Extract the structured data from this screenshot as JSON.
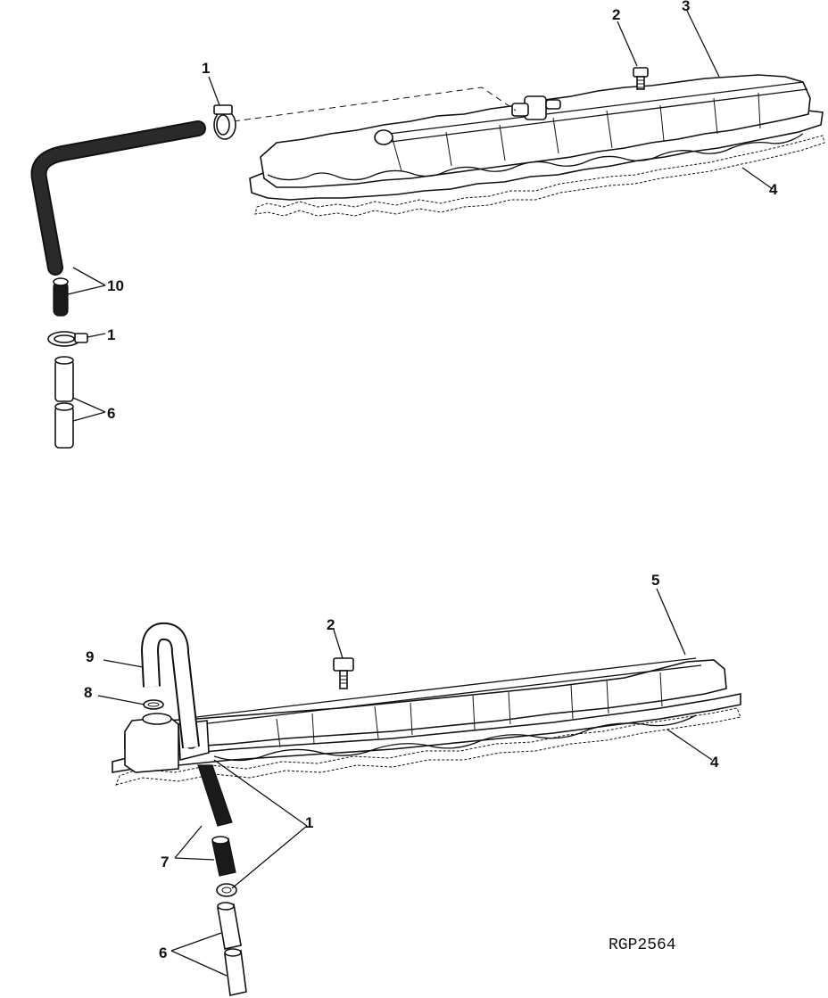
{
  "figure_code": "RGP2564",
  "callouts": {
    "top": {
      "clamp_a": "1",
      "cap_screw": "2",
      "rocker_cover": "3",
      "gasket": "4",
      "hose_pair": "10",
      "clamp_b": "1",
      "tube": "6"
    },
    "bottom": {
      "cap_screw": "2",
      "rocker_cover": "5",
      "tube_elbow": "9",
      "o_ring": "8",
      "gasket": "4",
      "clamp": "1",
      "hose": "7",
      "tube": "6"
    }
  }
}
